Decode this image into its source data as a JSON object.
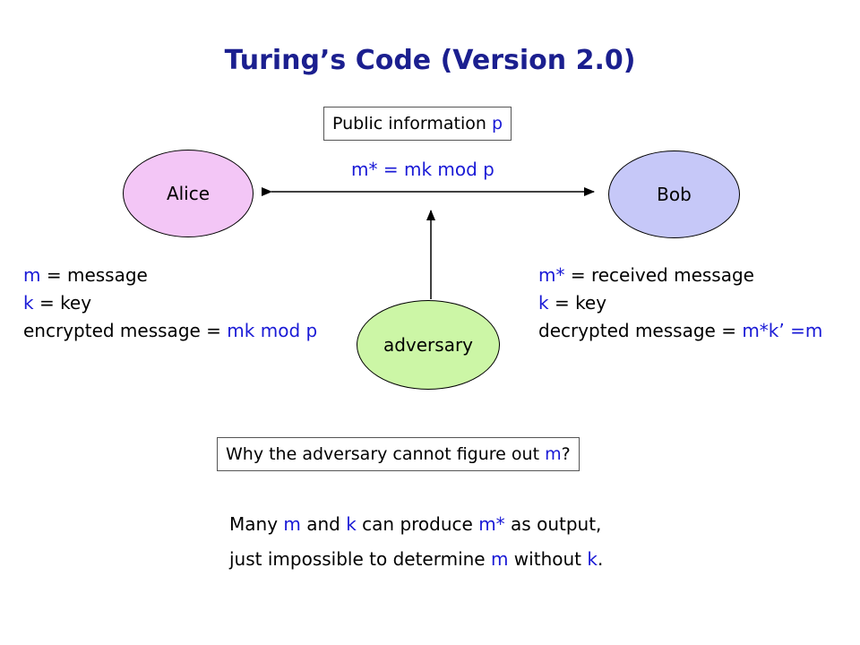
{
  "title": "Turing’s Code (Version 2.0)",
  "public_info": {
    "text": "Public information ",
    "var": "p"
  },
  "channel_label": "m* = mk mod p",
  "nodes": {
    "alice": "Alice",
    "bob": "Bob",
    "adversary": "adversary"
  },
  "alice_notes": {
    "line1_var": "m",
    "line1_rest": " = message",
    "line2_var": "k",
    "line2_rest": " = key",
    "line3_text": "encrypted message = ",
    "line3_formula": "mk mod p"
  },
  "bob_notes": {
    "line1_var": "m*",
    "line1_rest": " = received message",
    "line2_var": "k",
    "line2_rest": " = key",
    "line3_text": "decrypted message = ",
    "line3_formula": "m*k’ =m"
  },
  "question": {
    "text": "Why the adversary cannot figure out ",
    "var": "m",
    "end": "?"
  },
  "answer": {
    "l1_a": "Many ",
    "l1_m": "m",
    "l1_b": " and ",
    "l1_k": "k",
    "l1_c": " can produce ",
    "l1_mstar": "m*",
    "l1_d": " as output,",
    "l2_a": "just impossible to determine ",
    "l2_m": "m",
    "l2_b": " without ",
    "l2_k": "k",
    "l2_c": "."
  },
  "colors": {
    "title": "#1b1f8f",
    "variable": "#1a1ad6",
    "alice": "#f3c6f6",
    "bob": "#c6c8f8",
    "adversary": "#ccf6a6"
  }
}
